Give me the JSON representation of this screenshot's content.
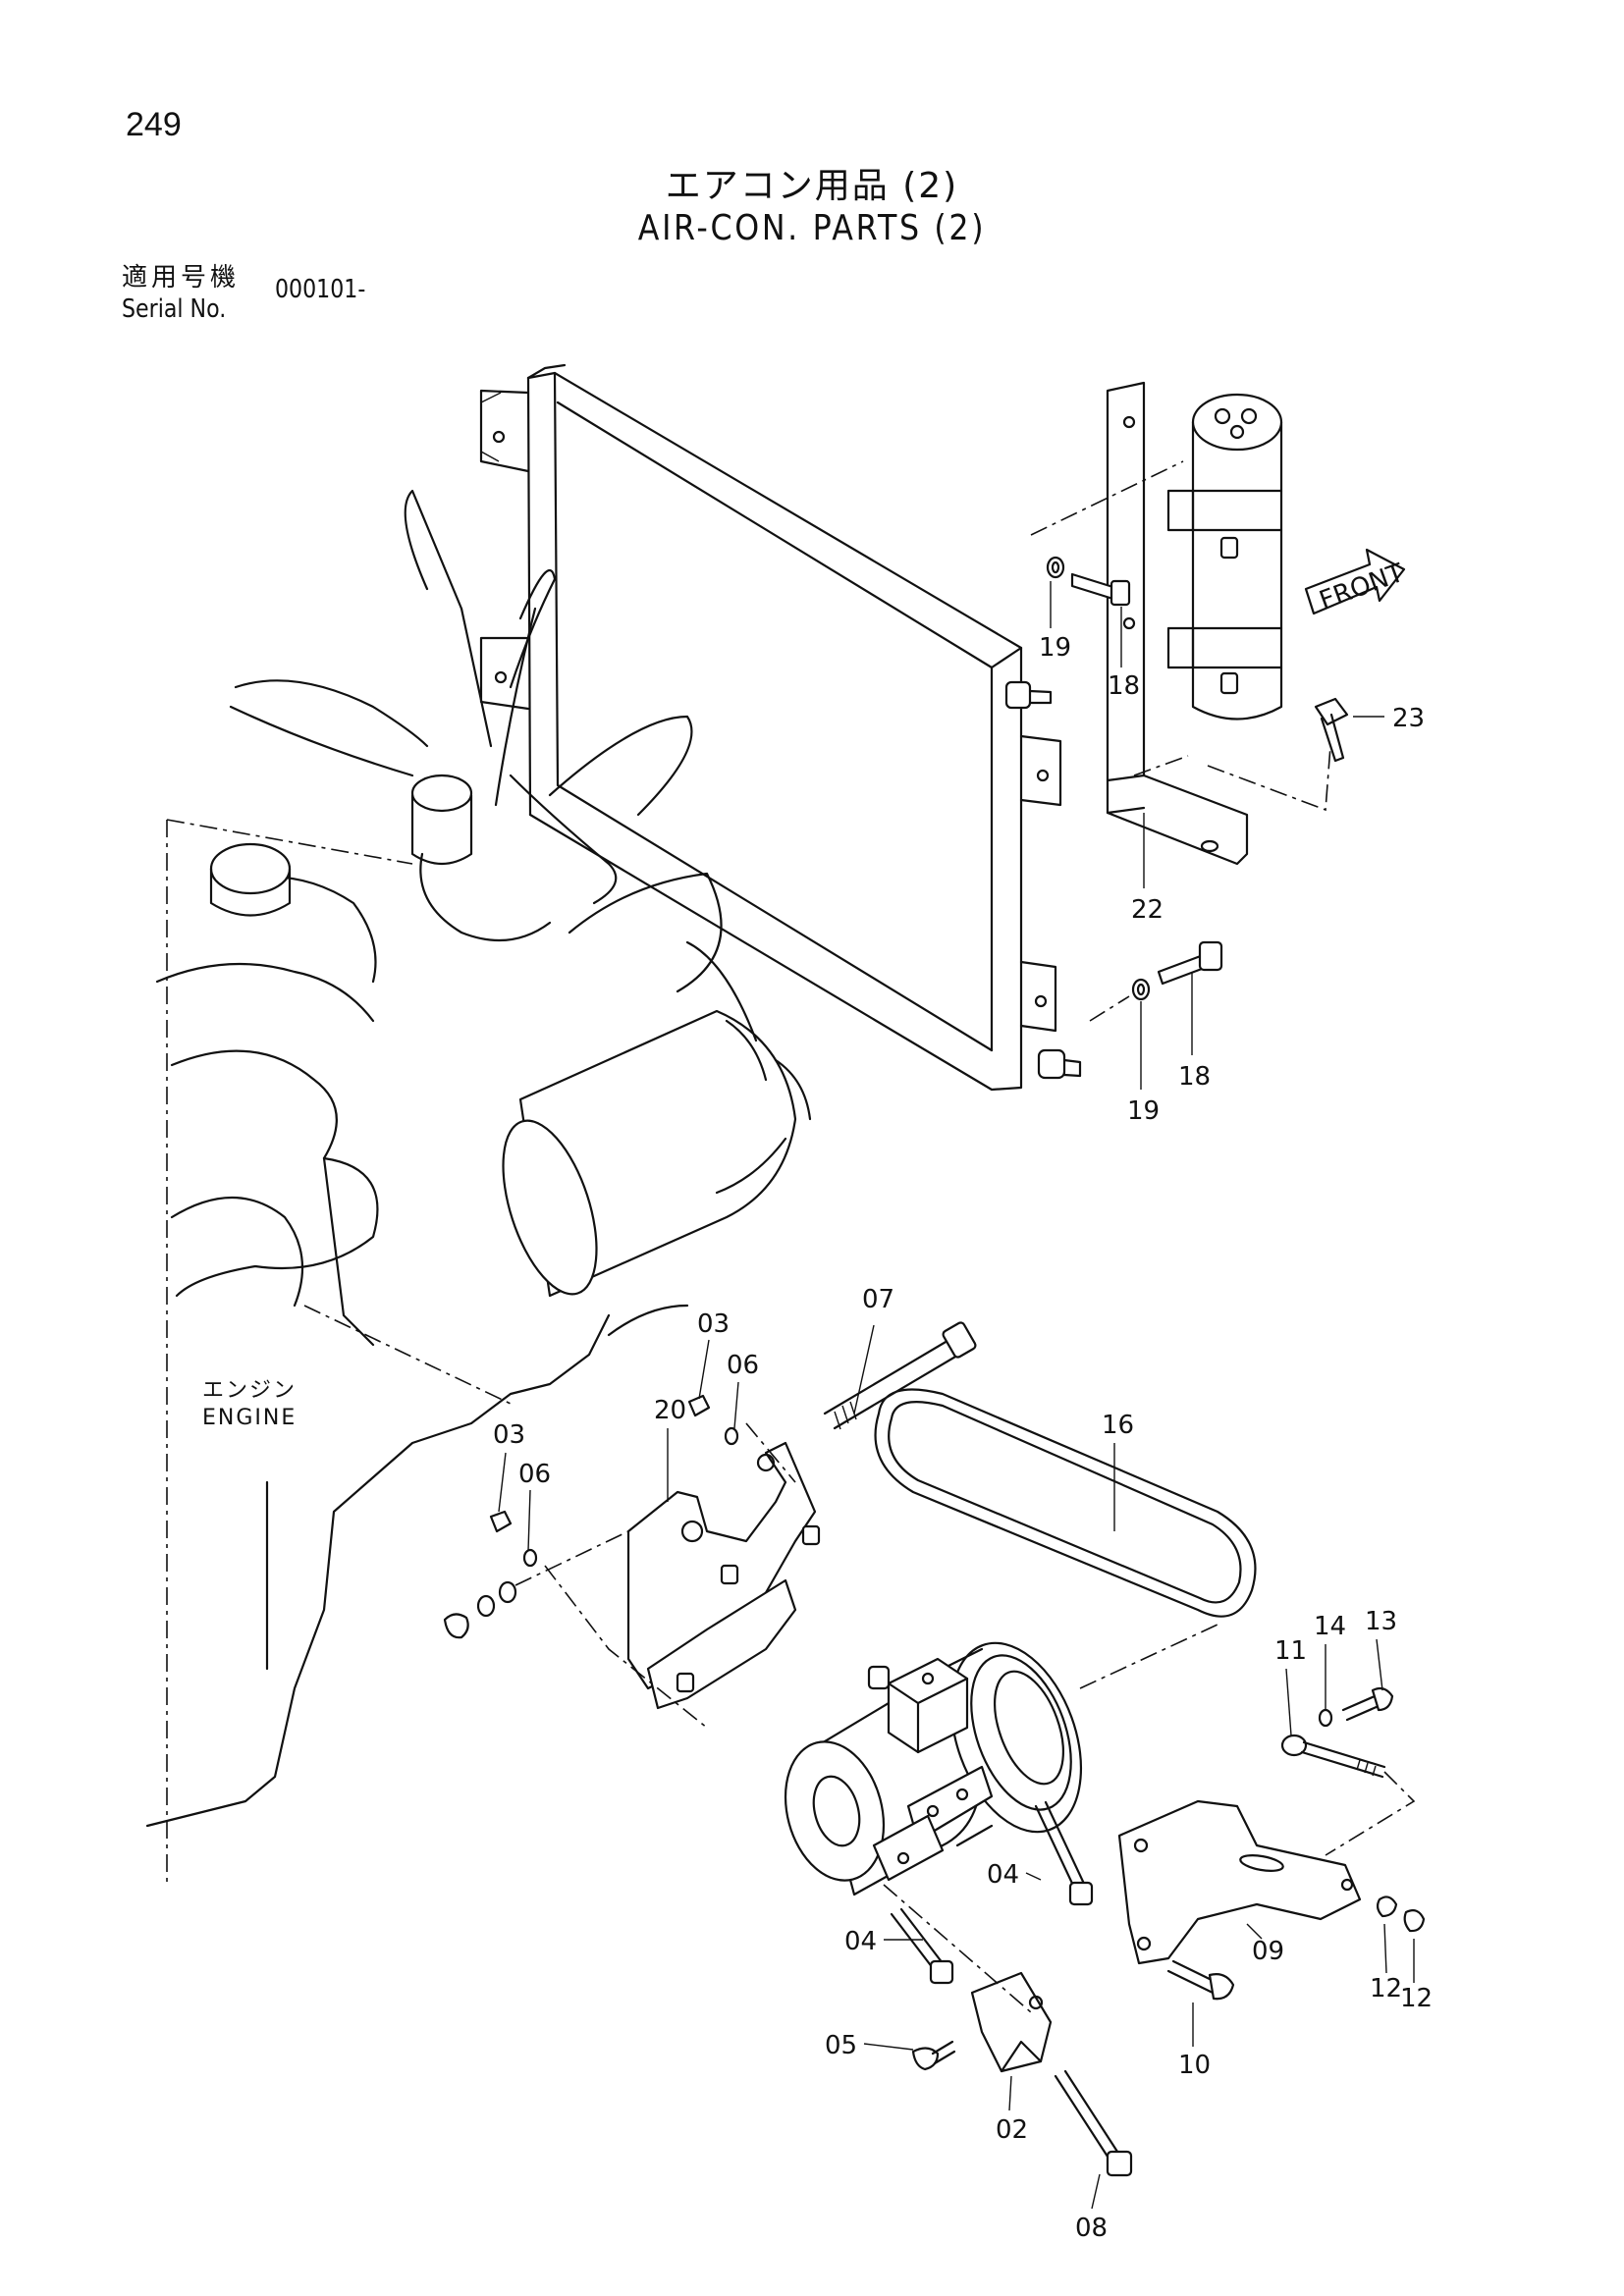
{
  "page": {
    "number": "249"
  },
  "title": {
    "jp": "エアコン用品 (2)",
    "en": "AIR-CON. PARTS (2)"
  },
  "serial": {
    "label_jp": "適用号機",
    "label_en": "Serial No.",
    "value": "000101-"
  },
  "engine_label": {
    "jp": "エンジン",
    "en": "ENGINE"
  },
  "front_label": "FRONT",
  "callouts": [
    "19",
    "18",
    "23",
    "22",
    "18",
    "19",
    "07",
    "03",
    "06",
    "03",
    "06",
    "20",
    "16",
    "13",
    "14",
    "11",
    "04",
    "04",
    "05",
    "02",
    "08",
    "09",
    "10",
    "12",
    "12"
  ]
}
